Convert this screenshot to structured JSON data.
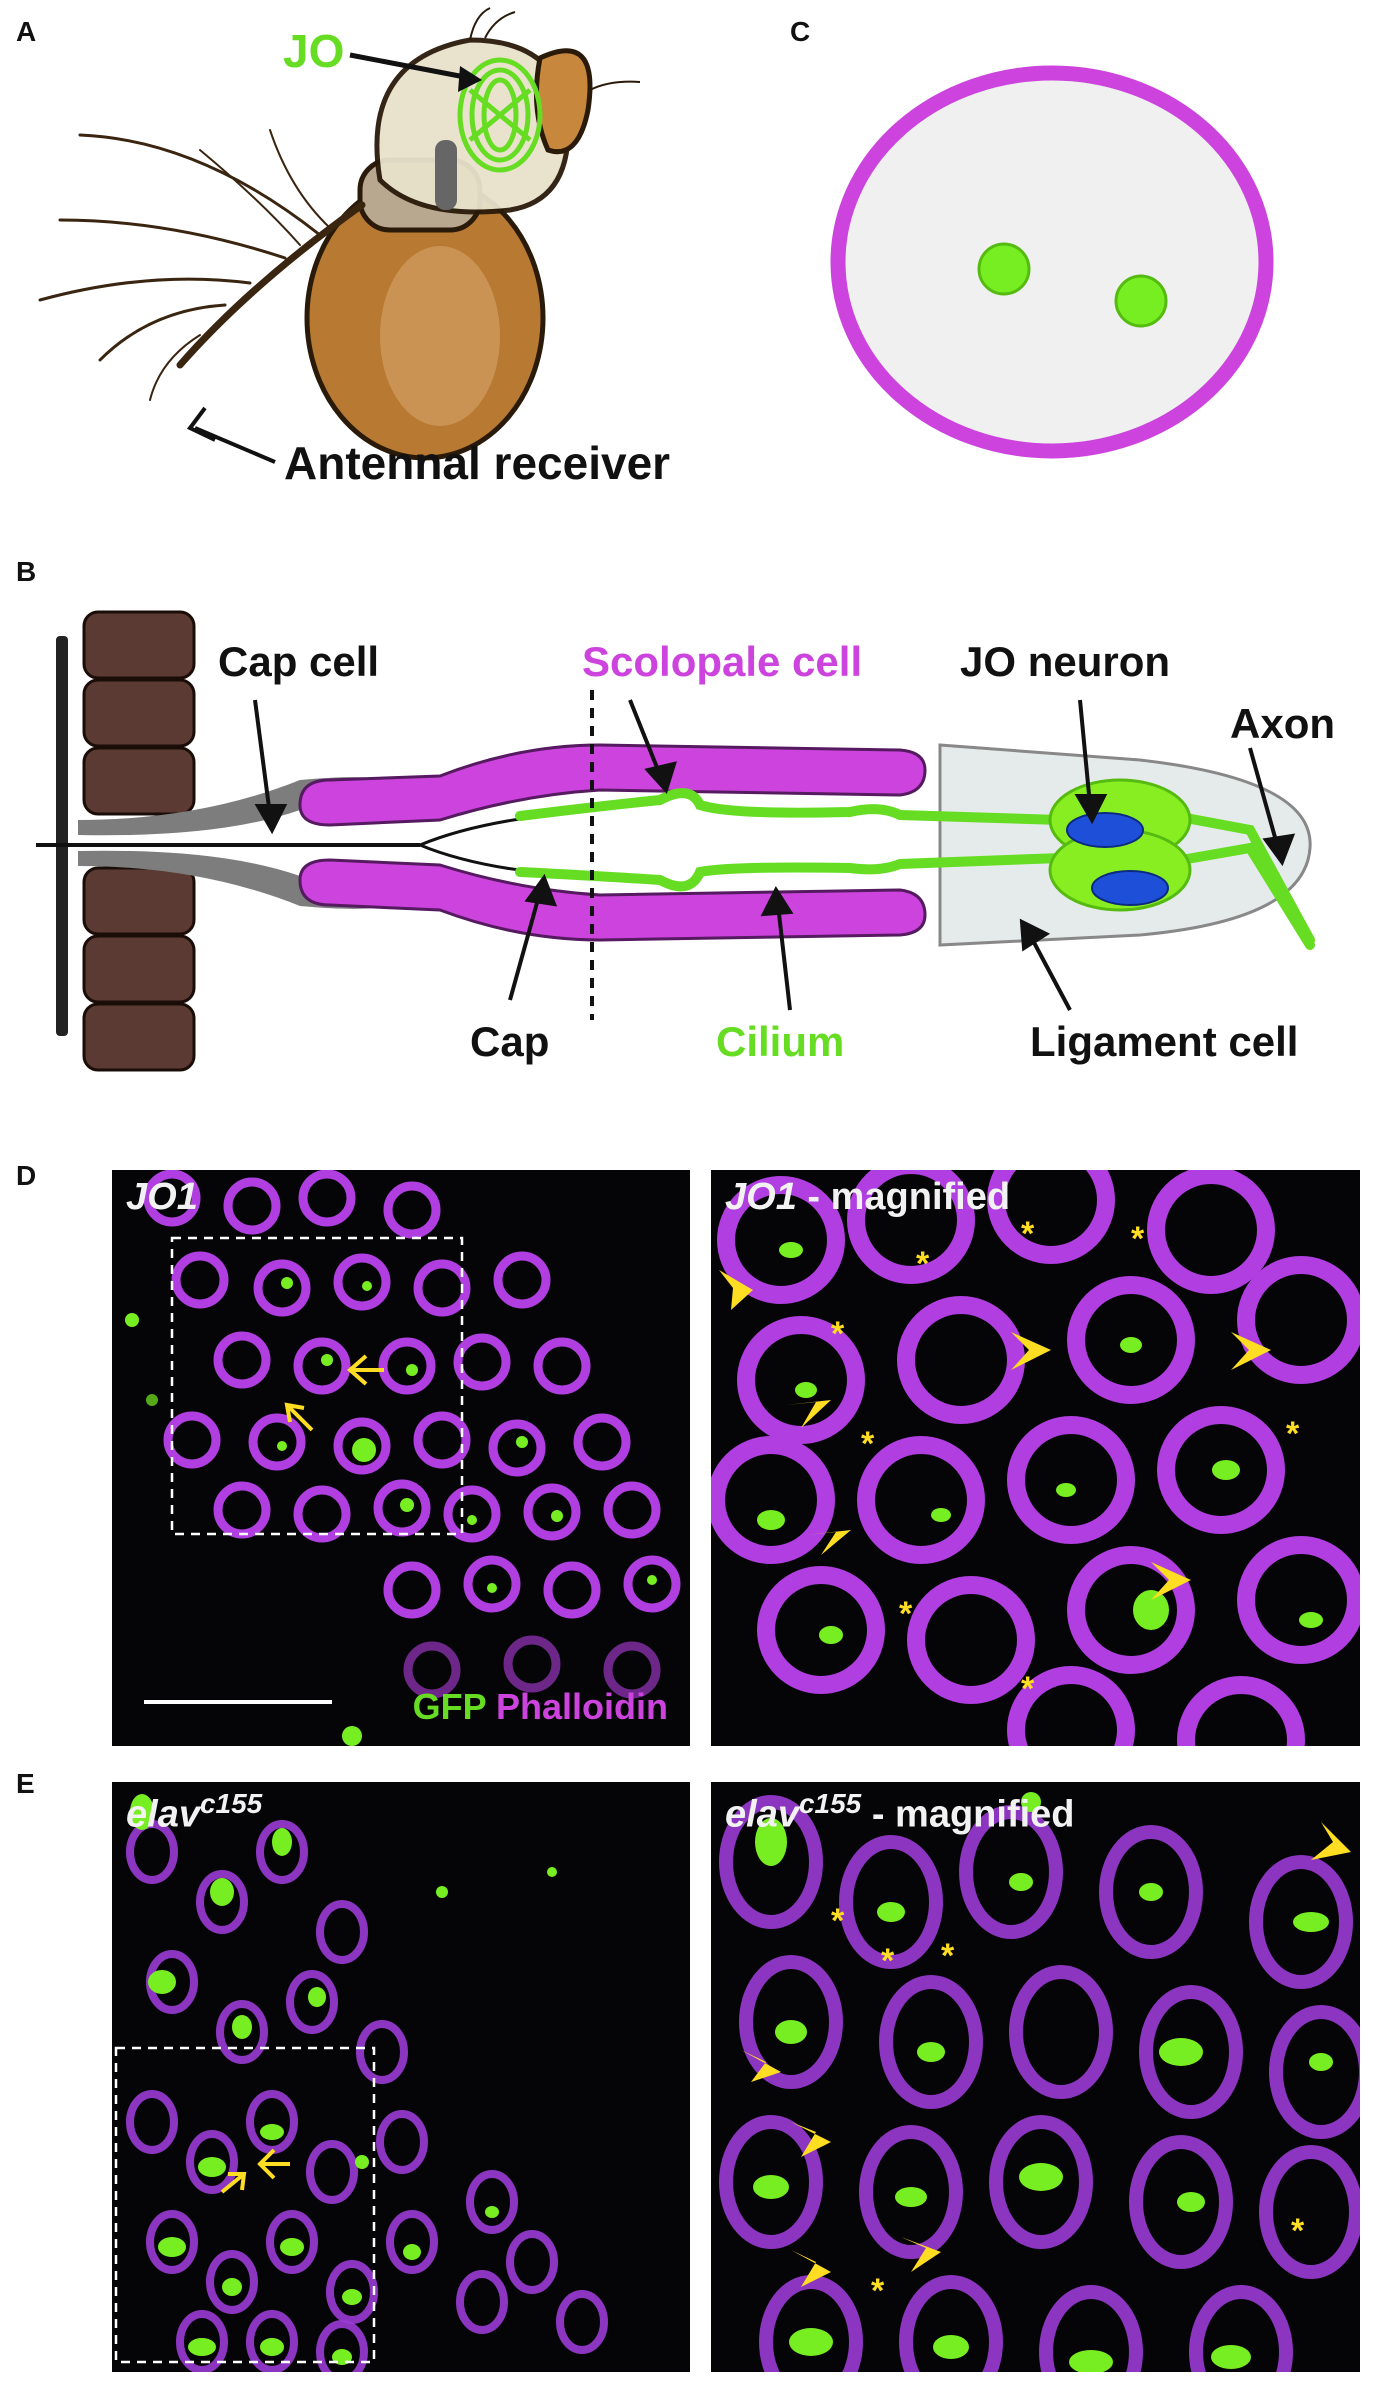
{
  "panels": {
    "A": {
      "letter": "A",
      "jo_label": "JO",
      "receiver_label": "Antennal receiver"
    },
    "B": {
      "letter": "B",
      "cap_cell": "Cap cell",
      "scolopale_cell": "Scolopale cell",
      "jo_neuron": "JO neuron",
      "axon": "Axon",
      "cap": "Cap",
      "cilium": "Cilium",
      "ligament_cell": "Ligament cell"
    },
    "C": {
      "letter": "C"
    },
    "D": {
      "letter": "D",
      "title_left": "JO1",
      "title_right": "JO1",
      "suffix_right": " - magnified",
      "legend_gfp": "GFP",
      "legend_phalloidin": "Phalloidin"
    },
    "E": {
      "letter": "E",
      "title_base": "elav",
      "title_sup": "c155",
      "suffix_right": " - magnified"
    }
  },
  "colors": {
    "magenta": "#cc44dd",
    "green": "#77ee22",
    "yellow": "#ffdd22",
    "brown": "#5a3a32",
    "gray": "#7d7d7d",
    "blue": "#1e4fd8"
  }
}
